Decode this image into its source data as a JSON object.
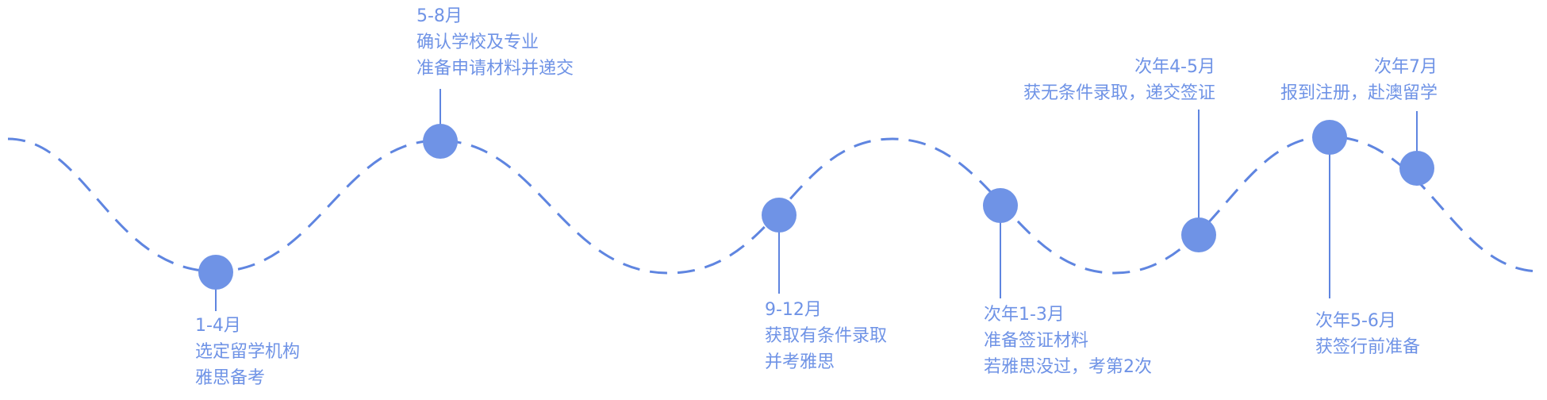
{
  "colors": {
    "accent": "#6f93e6",
    "line": "#5f85e0"
  },
  "milestones": [
    {
      "lines": [
        "1-4月",
        "选定留学机构",
        "雅思备考"
      ]
    },
    {
      "lines": [
        "5-8月",
        "确认学校及专业",
        "准备申请材料并递交"
      ]
    },
    {
      "lines": [
        "9-12月",
        "获取有条件录取",
        "并考雅思"
      ]
    },
    {
      "lines": [
        "次年1-3月",
        "准备签证材料",
        "若雅思没过，考第2次"
      ]
    },
    {
      "lines": [
        "次年4-5月",
        "获无条件录取，递交签证"
      ]
    },
    {
      "lines": [
        "次年5-6月",
        "获签行前准备"
      ]
    },
    {
      "lines": [
        "次年7月",
        "报到注册，赴澳留学"
      ]
    }
  ]
}
